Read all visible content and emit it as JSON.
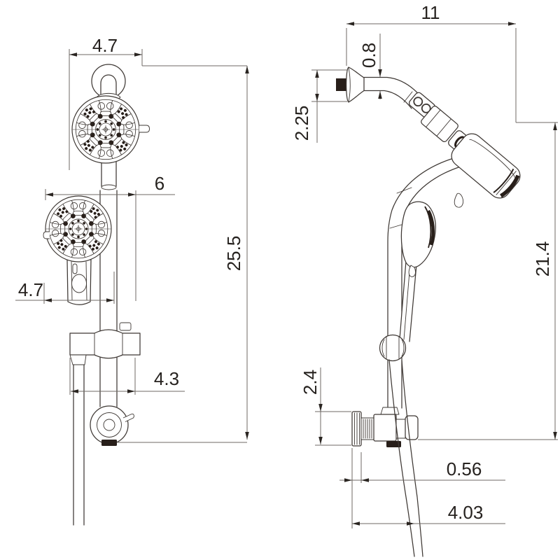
{
  "drawing": {
    "views": {
      "front": {
        "dims": {
          "overhead_width": "4.7",
          "handheld_to_bar": "6",
          "handheld_width": "4.7",
          "bracket_reach": "4.3",
          "overall_height": "25.5"
        }
      },
      "side": {
        "dims": {
          "arm_reach": "11",
          "arm_diameter": "0.8",
          "flange_height": "2.25",
          "head_drop": "21.4",
          "bracket_height": "2.4",
          "hose_clearance": "0.56",
          "hose_reach": "4.03"
        }
      }
    },
    "colors": {
      "line": "#3e3834",
      "dimension_line": "#6f6a64",
      "text": "#26221f",
      "dark_fill": "#281f1a",
      "background": "#ffffff"
    }
  }
}
